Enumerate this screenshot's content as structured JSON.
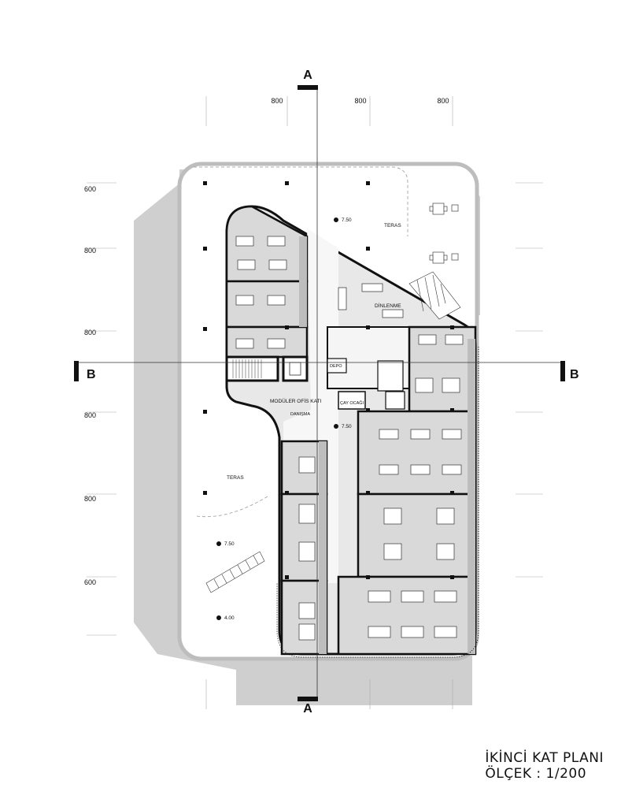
{
  "section_labels": {
    "a_top": "A",
    "a_bottom": "A",
    "b_left": "B",
    "b_right": "B"
  },
  "dimensions_top": [
    "800",
    "800",
    "800"
  ],
  "dimensions_left": [
    "600",
    "800",
    "800",
    "800",
    "800",
    "600"
  ],
  "rooms": {
    "teras_top": "TERAS",
    "teras_left": "TERAS",
    "dinlenme": "DİNLENME",
    "moduler_ofis": "MODÜLER OFİS KATI",
    "danisma": "DANIŞMA",
    "depo": "DEPO",
    "cay_ocagi": "ÇAY OCAĞI"
  },
  "levels": {
    "top": "7.50",
    "center": "7.50",
    "left": "7.50",
    "bottom": "4.00"
  },
  "title": {
    "line1": "İKİNCİ KAT PLANI",
    "line2": "ÖLÇEK : 1/200"
  }
}
